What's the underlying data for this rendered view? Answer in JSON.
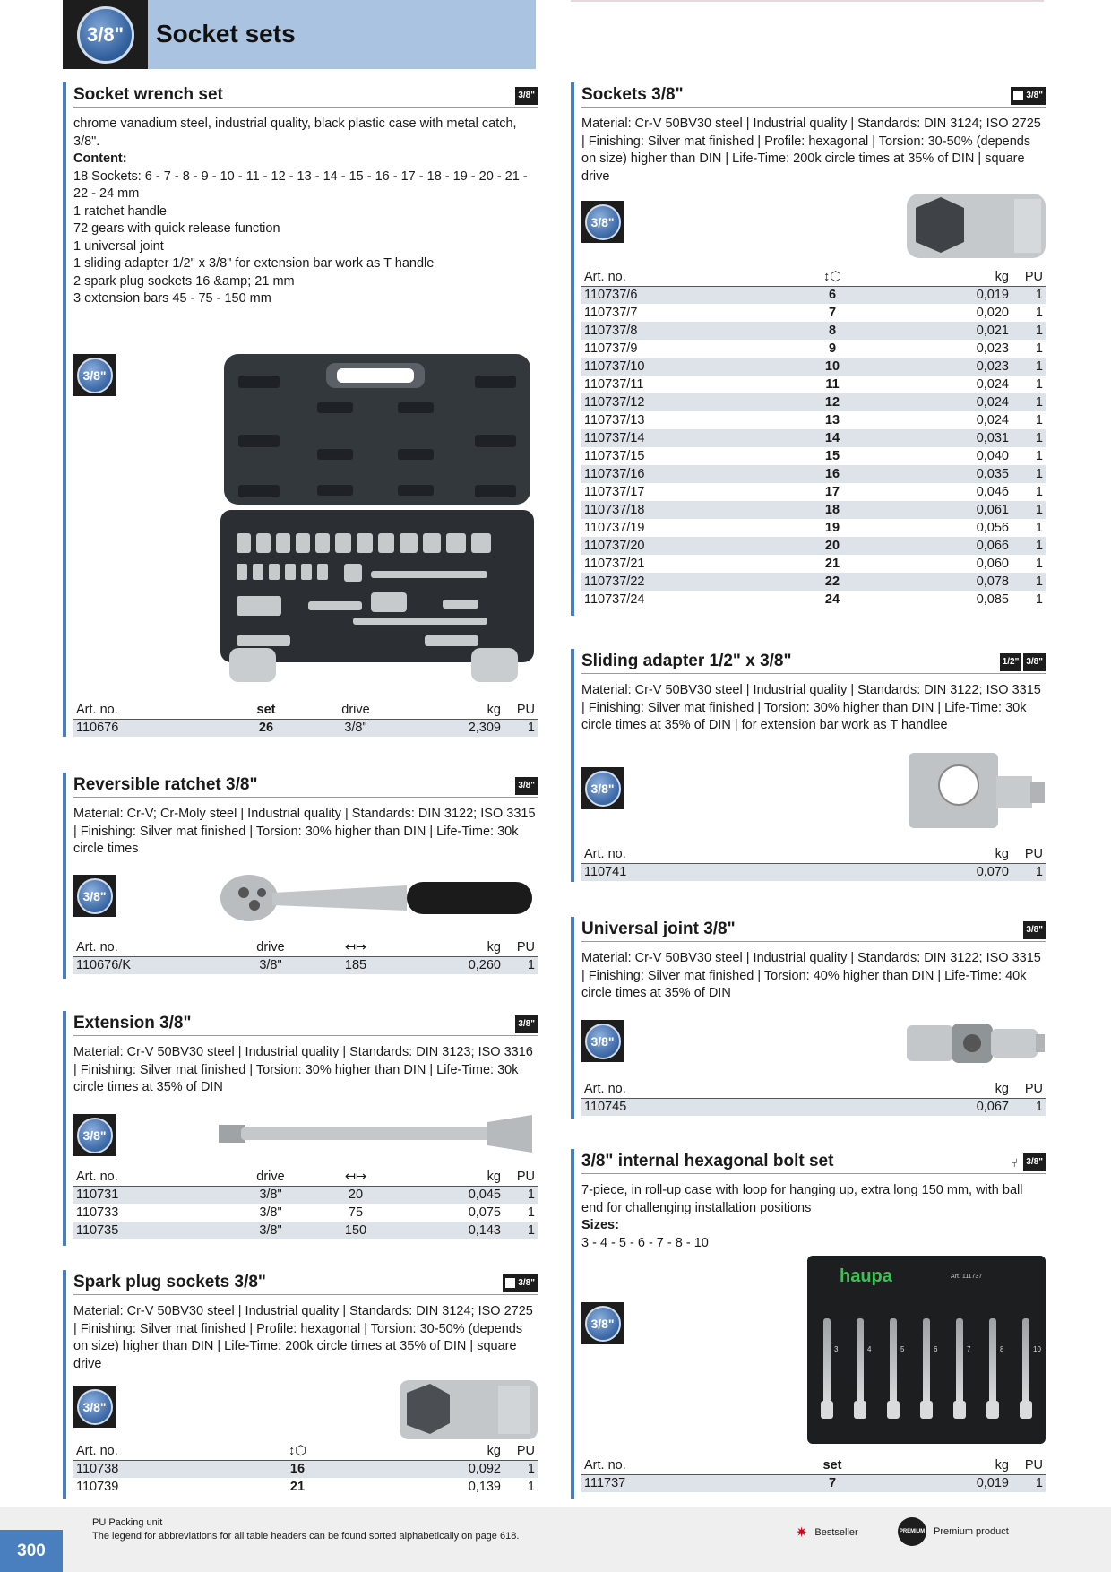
{
  "page": {
    "title": "Socket sets",
    "badge": "3/8\"",
    "page_number": "300"
  },
  "sets": {
    "title": "Socket wrench set",
    "tag": "3/8\"",
    "desc_intro": "chrome vanadium steel, industrial quality, black plastic case with metal catch, 3/8\".",
    "content_label": "Content:",
    "content_lines": [
      "18 Sockets: 6 - 7 - 8 - 9 - 10 - 11 - 12 - 13 - 14 - 15 - 16 - 17 - 18 - 19 - 20 - 21 - 22 - 24 mm",
      "1 ratchet handle",
      "72 gears with quick release function",
      "1 universal joint",
      "1 sliding adapter 1/2\" x 3/8\" for extension bar work as T handle",
      "2 spark plug sockets 16 &amp; 21 mm",
      "3 extension bars 45 - 75 - 150 mm"
    ],
    "headers": [
      "Art. no.",
      "set",
      "drive",
      "kg",
      "PU"
    ],
    "rows": [
      [
        "110676",
        "26",
        "3/8\"",
        "2,309",
        "1"
      ]
    ]
  },
  "ratchet": {
    "title": "Reversible ratchet 3/8\"",
    "tag": "3/8\"",
    "desc": "Material: Cr-V; Cr-Moly steel | Industrial quality | Standards: DIN 3122; ISO 3315 | Finishing: Silver mat finished | Torsion: 30% higher than DIN | Life-Time: 30k circle times",
    "headers": [
      "Art. no.",
      "drive",
      "kg",
      "PU"
    ],
    "rows": [
      [
        "110676/K",
        "3/8\"",
        "185",
        "0,260",
        "1"
      ]
    ]
  },
  "extension": {
    "title": "Extension 3/8\"",
    "tag": "3/8\"",
    "desc": "Material: Cr-V 50BV30 steel | Industrial quality | Standards: DIN 3123; ISO 3316 | Finishing: Silver mat finished | Torsion: 30% higher than DIN | Life-Time: 30k circle times at 35% of DIN",
    "headers": [
      "Art. no.",
      "drive",
      "kg",
      "PU"
    ],
    "rows": [
      [
        "110731",
        "3/8\"",
        "20",
        "0,045",
        "1"
      ],
      [
        "110733",
        "3/8\"",
        "75",
        "0,075",
        "1"
      ],
      [
        "110735",
        "3/8\"",
        "150",
        "0,143",
        "1"
      ]
    ]
  },
  "spark": {
    "title": "Spark plug sockets 3/8\"",
    "tag": "3/8\"",
    "desc": "Material: Cr-V 50BV30 steel | Industrial quality | Standards: DIN 3124; ISO 2725 | Finishing: Silver mat finished | Profile: hexagonal | Torsion: 30-50% (depends on size) higher than DIN | Life-Time: 200k circle times at 35% of DIN | square drive",
    "headers": [
      "Art. no.",
      "kg",
      "PU"
    ],
    "rows": [
      [
        "110738",
        "16",
        "0,092",
        "1"
      ],
      [
        "110739",
        "21",
        "0,139",
        "1"
      ]
    ]
  },
  "sockets": {
    "title": "Sockets 3/8\"",
    "tag": "3/8\"",
    "desc": "Material: Cr-V 50BV30 steel | Industrial quality | Standards: DIN 3124; ISO 2725 | Finishing: Silver mat finished | Profile: hexagonal | Torsion: 30-50% (depends on size) higher than DIN | Life-Time: 200k circle times at 35% of DIN | square drive",
    "headers": [
      "Art. no.",
      "kg",
      "PU"
    ],
    "rows": [
      [
        "110737/6",
        "6",
        "0,019",
        "1"
      ],
      [
        "110737/7",
        "7",
        "0,020",
        "1"
      ],
      [
        "110737/8",
        "8",
        "0,021",
        "1"
      ],
      [
        "110737/9",
        "9",
        "0,023",
        "1"
      ],
      [
        "110737/10",
        "10",
        "0,023",
        "1"
      ],
      [
        "110737/11",
        "11",
        "0,024",
        "1"
      ],
      [
        "110737/12",
        "12",
        "0,024",
        "1"
      ],
      [
        "110737/13",
        "13",
        "0,024",
        "1"
      ],
      [
        "110737/14",
        "14",
        "0,031",
        "1"
      ],
      [
        "110737/15",
        "15",
        "0,040",
        "1"
      ],
      [
        "110737/16",
        "16",
        "0,035",
        "1"
      ],
      [
        "110737/17",
        "17",
        "0,046",
        "1"
      ],
      [
        "110737/18",
        "18",
        "0,061",
        "1"
      ],
      [
        "110737/19",
        "19",
        "0,056",
        "1"
      ],
      [
        "110737/20",
        "20",
        "0,066",
        "1"
      ],
      [
        "110737/21",
        "21",
        "0,060",
        "1"
      ],
      [
        "110737/22",
        "22",
        "0,078",
        "1"
      ],
      [
        "110737/24",
        "24",
        "0,085",
        "1"
      ]
    ]
  },
  "adapter": {
    "title": "Sliding adapter 1/2\" x 3/8\"",
    "tag1": "1/2\"",
    "tag2": "3/8\"",
    "desc": "Material: Cr-V 50BV30 steel | Industrial quality | Standards: DIN 3122; ISO 3315 | Finishing: Silver mat finished | Torsion: 30% higher than DIN | Life-Time: 30k circle times at 35% of DIN | for extension bar work as T handlee",
    "headers": [
      "Art. no.",
      "kg",
      "PU"
    ],
    "rows": [
      [
        "110741",
        "0,070",
        "1"
      ]
    ]
  },
  "ujoint": {
    "title": "Universal joint 3/8\"",
    "tag": "3/8\"",
    "desc": "Material: Cr-V 50BV30 steel | Industrial quality | Standards: DIN 3122; ISO 3315 | Finishing: Silver mat finished | Torsion: 40% higher than DIN | Life-Time: 40k circle times at 35% of DIN",
    "headers": [
      "Art. no.",
      "kg",
      "PU"
    ],
    "rows": [
      [
        "110745",
        "0,067",
        "1"
      ]
    ]
  },
  "hexset": {
    "title": "3/8\" internal hexagonal bolt set",
    "tag": "3/8\"",
    "desc": "7-piece, in roll-up case with loop for hanging up, extra long 150 mm, with ball end for challenging installation positions",
    "sizes_label": "Sizes:",
    "sizes": "3 - 4 - 5 - 6 - 7 - 8 - 10",
    "brand": "haupa",
    "art_label": "Art. 111737",
    "bit_sizes": [
      "3",
      "4",
      "5",
      "6",
      "7",
      "8",
      "10"
    ],
    "headers": [
      "Art. no.",
      "set",
      "kg",
      "PU"
    ],
    "rows": [
      [
        "111737",
        "7",
        "0,019",
        "1"
      ]
    ]
  },
  "footer": {
    "pu_note": "PU  Packing unit",
    "legend_note": "The legend for abbreviations for all table headers can be found sorted alphabetically on page 618.",
    "bestseller": "Bestseller",
    "premium": "Premium product",
    "premium_badge": "PREMIUM"
  },
  "icon_label": "3/8\"",
  "colors": {
    "accent": "#4a7fbf",
    "header_bg": "#a9c3e0",
    "row_shade": "#dde3e8"
  }
}
